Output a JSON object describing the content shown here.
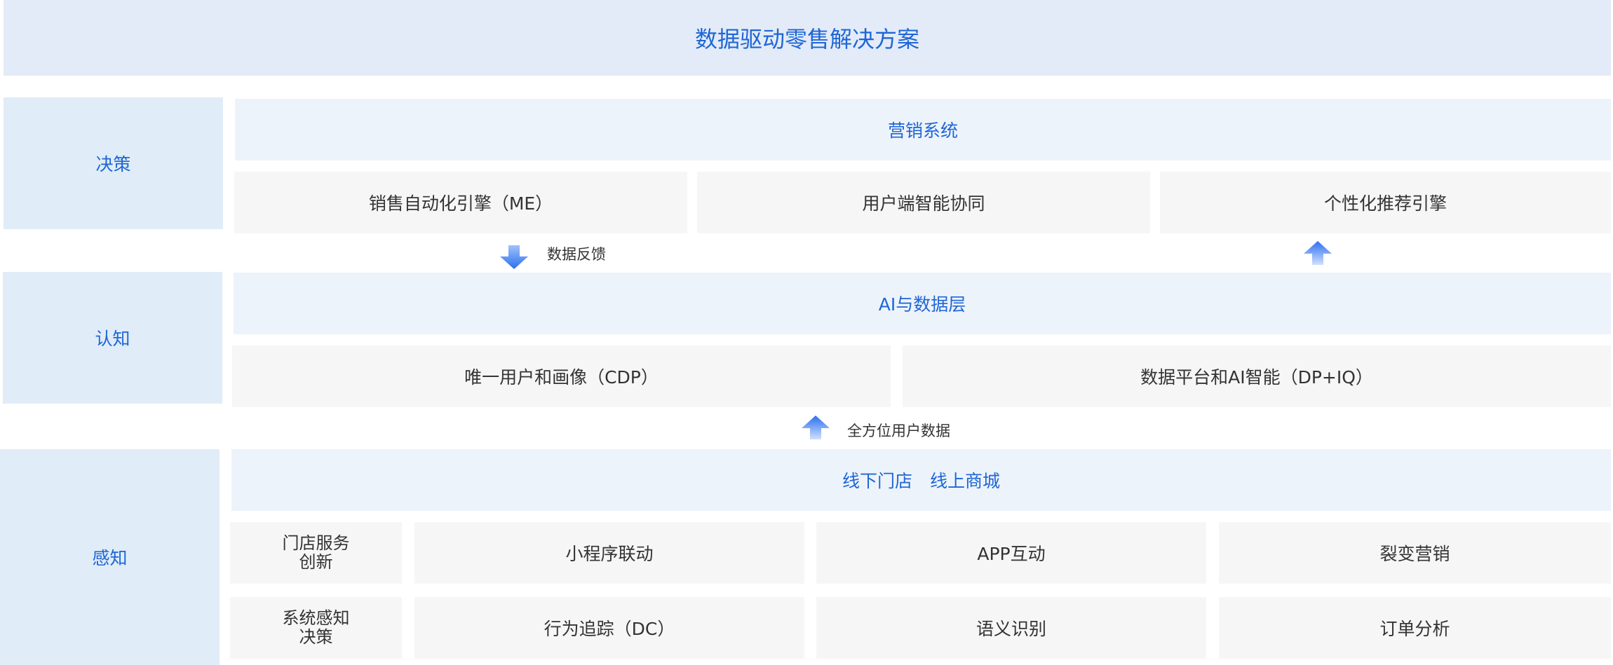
{
  "title": "数据驱动零售解决方案",
  "layers": {
    "decision": {
      "label": "决策",
      "header": "营销系统",
      "items": [
        "销售自动化引擎（ME）",
        "用户端智能协同",
        "个性化推荐引擎"
      ]
    },
    "cognition": {
      "label": "认知",
      "header": "AI与数据层",
      "items": [
        "唯一用户和画像（CDP）",
        "数据平台和AI智能（DP+IQ）"
      ]
    },
    "perception": {
      "label": "感知",
      "header": "线下门店　线上商城",
      "row1": [
        "门店服务创新",
        "小程序联动",
        "APP互动",
        "裂变营销"
      ],
      "row2": [
        "系统感知决策",
        "行为追踪（DC）",
        "语义识别",
        "订单分析"
      ]
    }
  },
  "flows": {
    "feedback": "数据反馈",
    "omni_data": "全方位用户数据"
  },
  "colors": {
    "accent_text": "#1e66d6",
    "arrow": "#2b6ff0",
    "banner_bg": "#e3ebf8",
    "side_bg": "#e0ecf7",
    "header_bg": "#edf3fb",
    "cell_bg": "#f6f6f6"
  }
}
